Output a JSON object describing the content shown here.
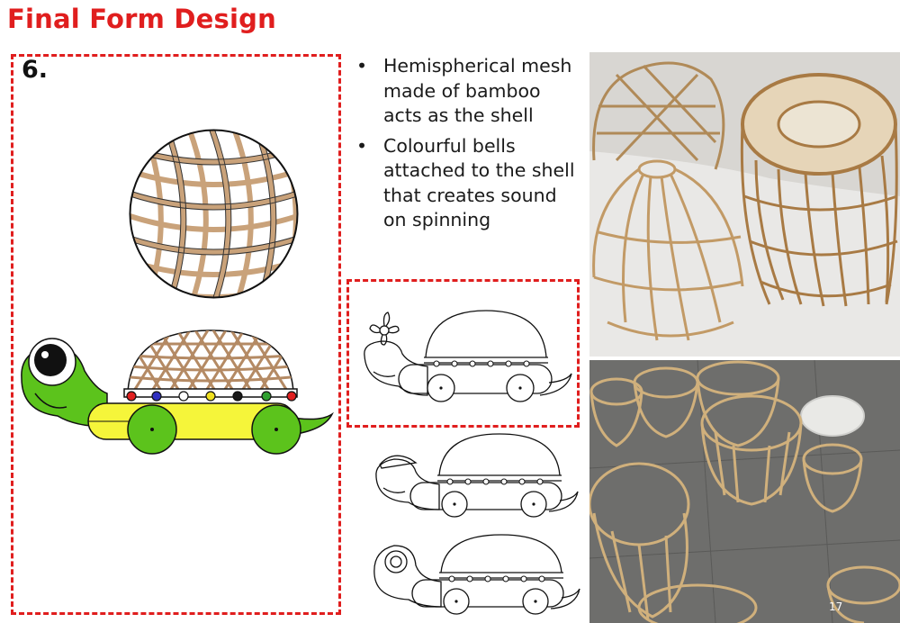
{
  "slide": {
    "title": "Final Form Design",
    "number_label": "6.",
    "page_number": "17"
  },
  "bullets": [
    {
      "marker": "•",
      "text": "Hemispherical mesh made of bamboo acts as the shell"
    },
    {
      "marker": "•",
      "text": "Colourful bells attached to the shell that creates sound on spinning"
    }
  ],
  "colors": {
    "title_red": "#e01e1e",
    "bamboo_tan": "#c9a27a",
    "turtle_green": "#5cc31c",
    "body_yellow": "#f5f53a",
    "bells": [
      "#e02020",
      "#3030c0",
      "#ffffff",
      "#f0e020",
      "#1a1a1a",
      "#30a030",
      "#e02020"
    ]
  },
  "images": [
    {
      "name": "bamboo-lampshades-photo",
      "subject": "woven bamboo hemispherical lampshades"
    },
    {
      "name": "bamboo-baskets-photo",
      "subject": "round bamboo baskets on stone floor"
    }
  ]
}
